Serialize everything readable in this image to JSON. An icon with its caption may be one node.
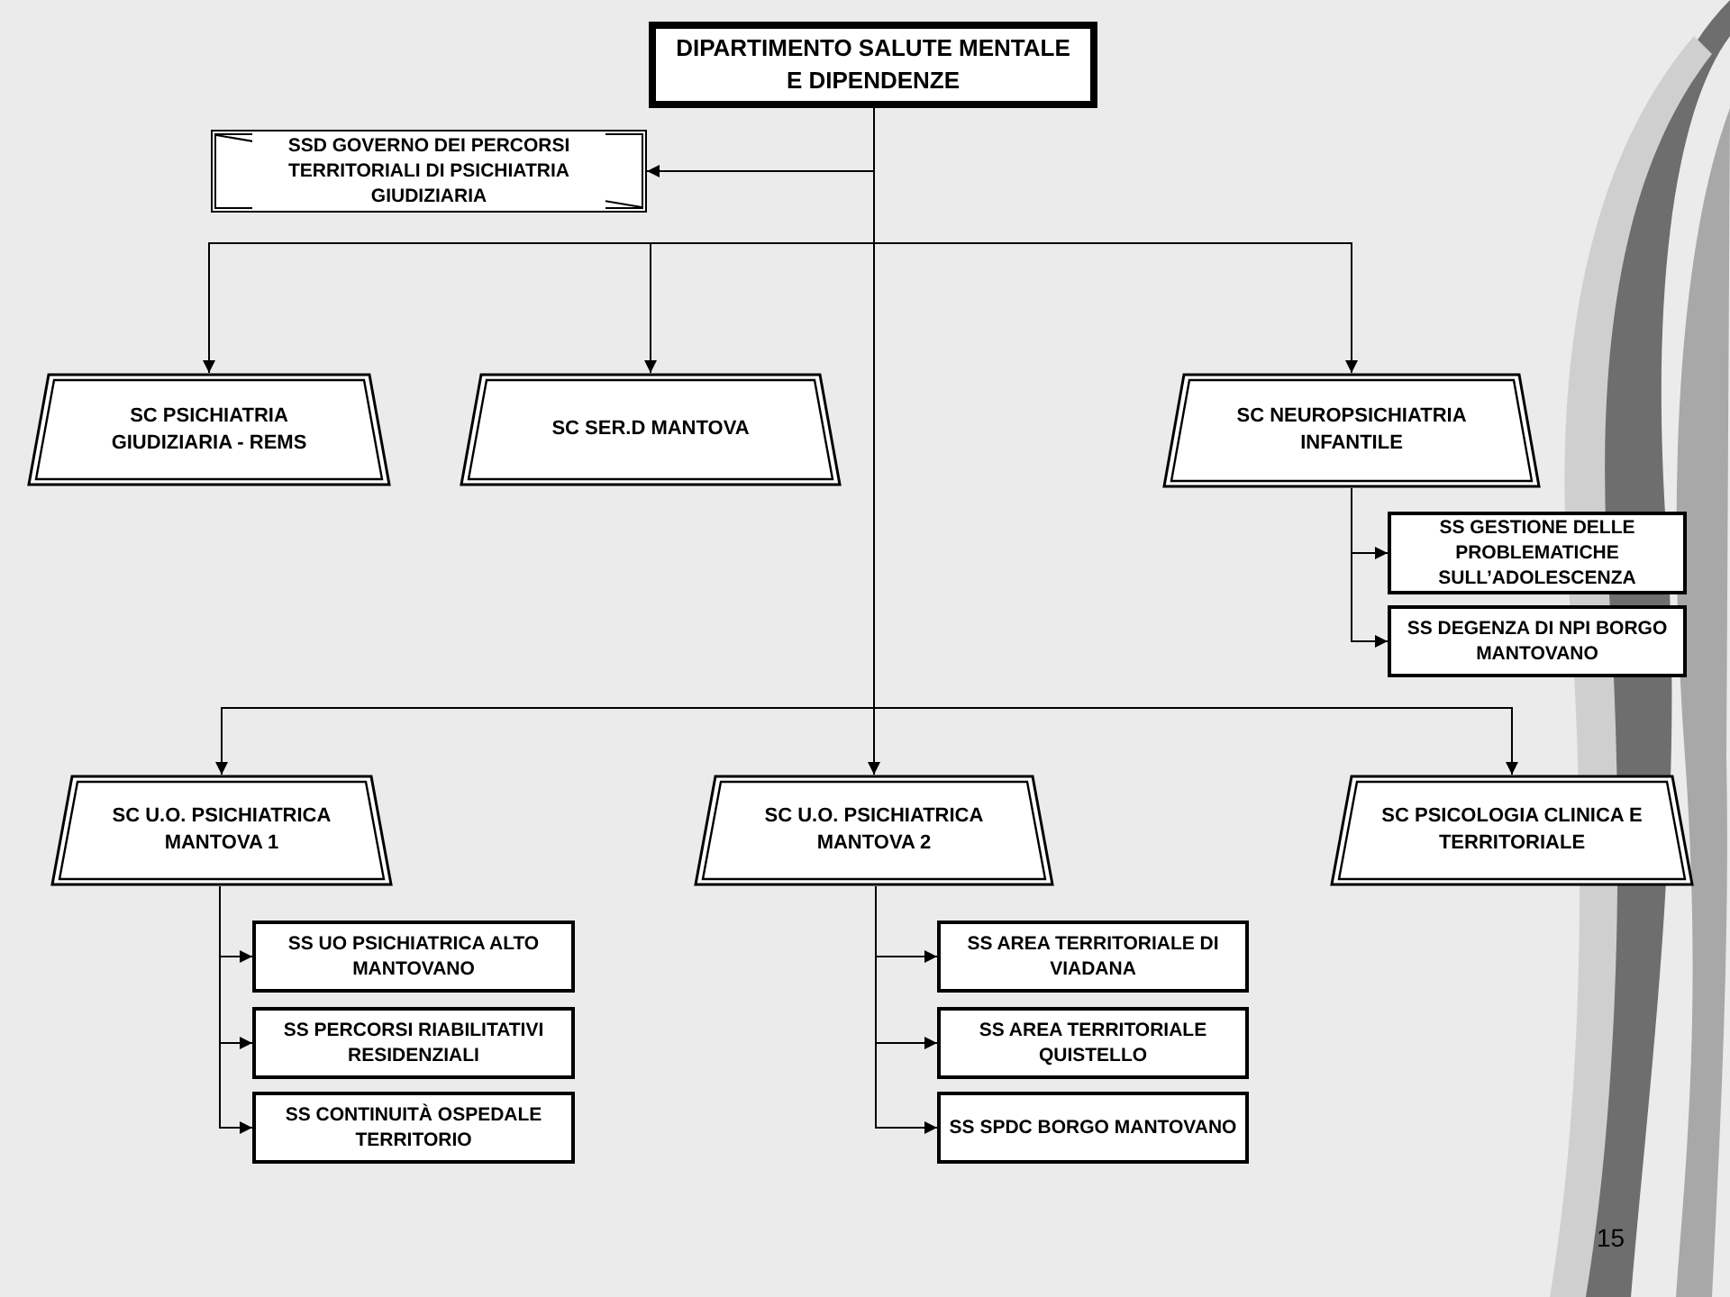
{
  "diagram": {
    "nodes": [
      {
        "text": [
          "DIPARTIMENTO SALUTE MENTALE E DIPENDENZE"
        ]
      },
      {
        "text": [
          "SSD GOVERNO DEI PERCORSI TERRITORIALI DI PSICHIATRIA GIUDIZIARIA"
        ]
      },
      {
        "text": [
          "SC PSICHIATRIA GIUDIZIARIA - REMS"
        ]
      },
      {
        "text": [
          "SC SER.D MANTOVA"
        ]
      },
      {
        "text": [
          "SC NEUROPSICHIATRIA INFANTILE"
        ]
      },
      {
        "text": [
          "SS GESTIONE DELLE PROBLEMATICHE SULL’ADOLESCENZA"
        ]
      },
      {
        "text": [
          "SS DEGENZA DI NPI BORGO MANTOVANO"
        ]
      },
      {
        "text": [
          "SC U.O. PSICHIATRICA MANTOVA 1"
        ]
      },
      {
        "text": [
          "SC U.O. PSICHIATRICA MANTOVA 2"
        ]
      },
      {
        "text": [
          "SC PSICOLOGIA CLINICA E TERRITORIALE"
        ]
      },
      {
        "text": [
          "SS UO PSICHIATRICA ALTO MANTOVANO"
        ]
      },
      {
        "text": [
          "SS PERCORSI RIABILITATIVI RESIDENZIALI"
        ]
      },
      {
        "text": [
          "SS CONTINUITÀ OSPEDALE TERRITORIO"
        ]
      },
      {
        "text": [
          "SS AREA TERRITORIALE DI VIADANA"
        ]
      },
      {
        "text": [
          "SS AREA TERRITORIALE QUISTELLO"
        ]
      },
      {
        "text": [
          "SS SPDC BORGO MANTOVANO"
        ]
      }
    ],
    "edges": [
      {
        "from": 0,
        "to": 1,
        "arrow": "to"
      },
      {
        "from": 0,
        "to": 2,
        "arrow": "to"
      },
      {
        "from": 0,
        "to": 3,
        "arrow": "to"
      },
      {
        "from": 0,
        "to": 4,
        "arrow": "to"
      },
      {
        "from": 4,
        "to": 5,
        "arrow": "to"
      },
      {
        "from": 4,
        "to": 6,
        "arrow": "to"
      },
      {
        "from": 0,
        "to": 7,
        "arrow": "to"
      },
      {
        "from": 0,
        "to": 8,
        "arrow": "to"
      },
      {
        "from": 0,
        "to": 9,
        "arrow": "to"
      },
      {
        "from": 7,
        "to": 10,
        "arrow": "to"
      },
      {
        "from": 7,
        "to": 11,
        "arrow": "to"
      },
      {
        "from": 7,
        "to": 12,
        "arrow": "to"
      },
      {
        "from": 8,
        "to": 13,
        "arrow": "to"
      },
      {
        "from": 8,
        "to": 14,
        "arrow": "to"
      },
      {
        "from": 8,
        "to": 15,
        "arrow": "to"
      }
    ],
    "labels": [
      "15"
    ]
  }
}
